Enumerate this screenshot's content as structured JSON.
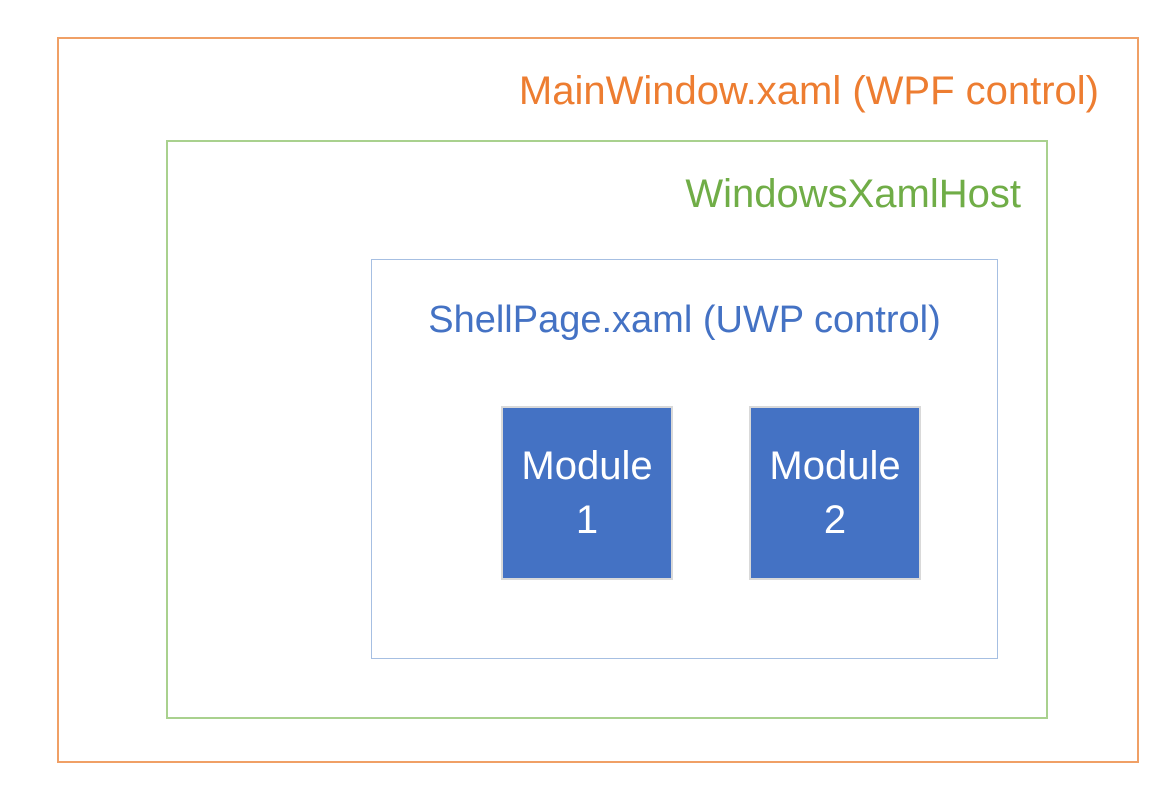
{
  "diagram": {
    "main_window": {
      "label": "MainWindow.xaml (WPF control)",
      "text_color": "#ed7d31",
      "border_color": "#f0a066"
    },
    "xaml_host": {
      "label": "WindowsXamlHost",
      "text_color": "#70ad47",
      "border_color": "#a9d18e"
    },
    "shell_page": {
      "label": "ShellPage.xaml (UWP control)",
      "text_color": "#4472c4",
      "border_color": "#a6bfe2"
    },
    "modules": [
      {
        "name": "Module",
        "number": "1"
      },
      {
        "name": "Module",
        "number": "2"
      }
    ],
    "module_fill_color": "#4472c4",
    "module_border_color": "#d9d9d9",
    "module_text_color": "#ffffff",
    "background_color": "#ffffff"
  }
}
